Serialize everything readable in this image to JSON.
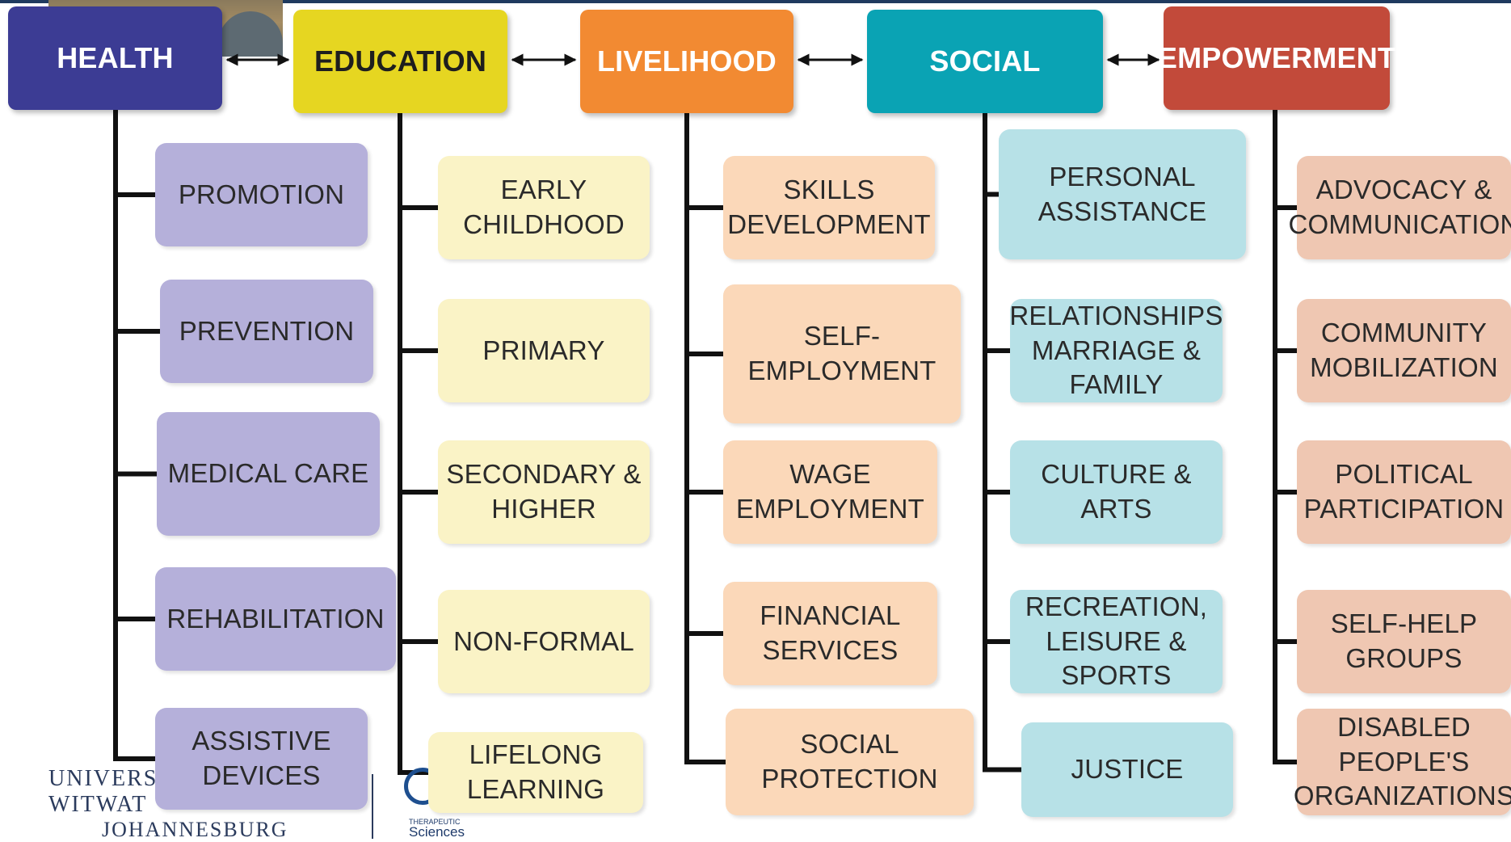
{
  "columns": [
    {
      "id": "health",
      "header": "HEALTH",
      "color": "#3c3c94",
      "child_color": "#b5b0da",
      "children": [
        "PROMOTION",
        "PREVENTION",
        "MEDICAL CARE",
        "REHABILITATION",
        "ASSISTIVE\nDEVICES"
      ]
    },
    {
      "id": "education",
      "header": "EDUCATION",
      "color": "#e6d621",
      "child_color": "#faf3c6",
      "children": [
        "EARLY\nCHILDHOOD",
        "PRIMARY",
        "SECONDARY &\nHIGHER",
        "NON-FORMAL",
        "LIFELONG\nLEARNING"
      ]
    },
    {
      "id": "livelihood",
      "header": "LIVELIHOOD",
      "color": "#f28a32",
      "child_color": "#fbd8b9",
      "children": [
        "SKILLS\nDEVELOPMENT",
        "SELF-\nEMPLOYMENT",
        "WAGE\nEMPLOYMENT",
        "FINANCIAL\nSERVICES",
        "SOCIAL\nPROTECTION"
      ]
    },
    {
      "id": "social",
      "header": "SOCIAL",
      "color": "#0aa3b4",
      "child_color": "#b7e1e7",
      "children": [
        "PERSONAL\nASSISTANCE",
        "RELATIONSHIPS\nMARRIAGE &\nFAMILY",
        "CULTURE &\nARTS",
        "RECREATION,\nLEISURE &\nSPORTS",
        "JUSTICE"
      ]
    },
    {
      "id": "empowerment",
      "header": "EMPOWERMENT",
      "color": "#c24a3a",
      "child_color": "#efc7b2",
      "children": [
        "ADVOCACY &\nCOMMUNICATION",
        "COMMUNITY\nMOBILIZATION",
        "POLITICAL\nPARTICIPATION",
        "SELF-HELP\nGROUPS",
        "DISABLED\nPEOPLE'S\nORGANIZATIONS"
      ]
    }
  ],
  "footer": {
    "university_lines": "UNIVERS\nWITWAT",
    "university_city": "JOHANNESBURG",
    "partner_small": "THERAPEUTIC",
    "partner_name": "Sciences"
  }
}
